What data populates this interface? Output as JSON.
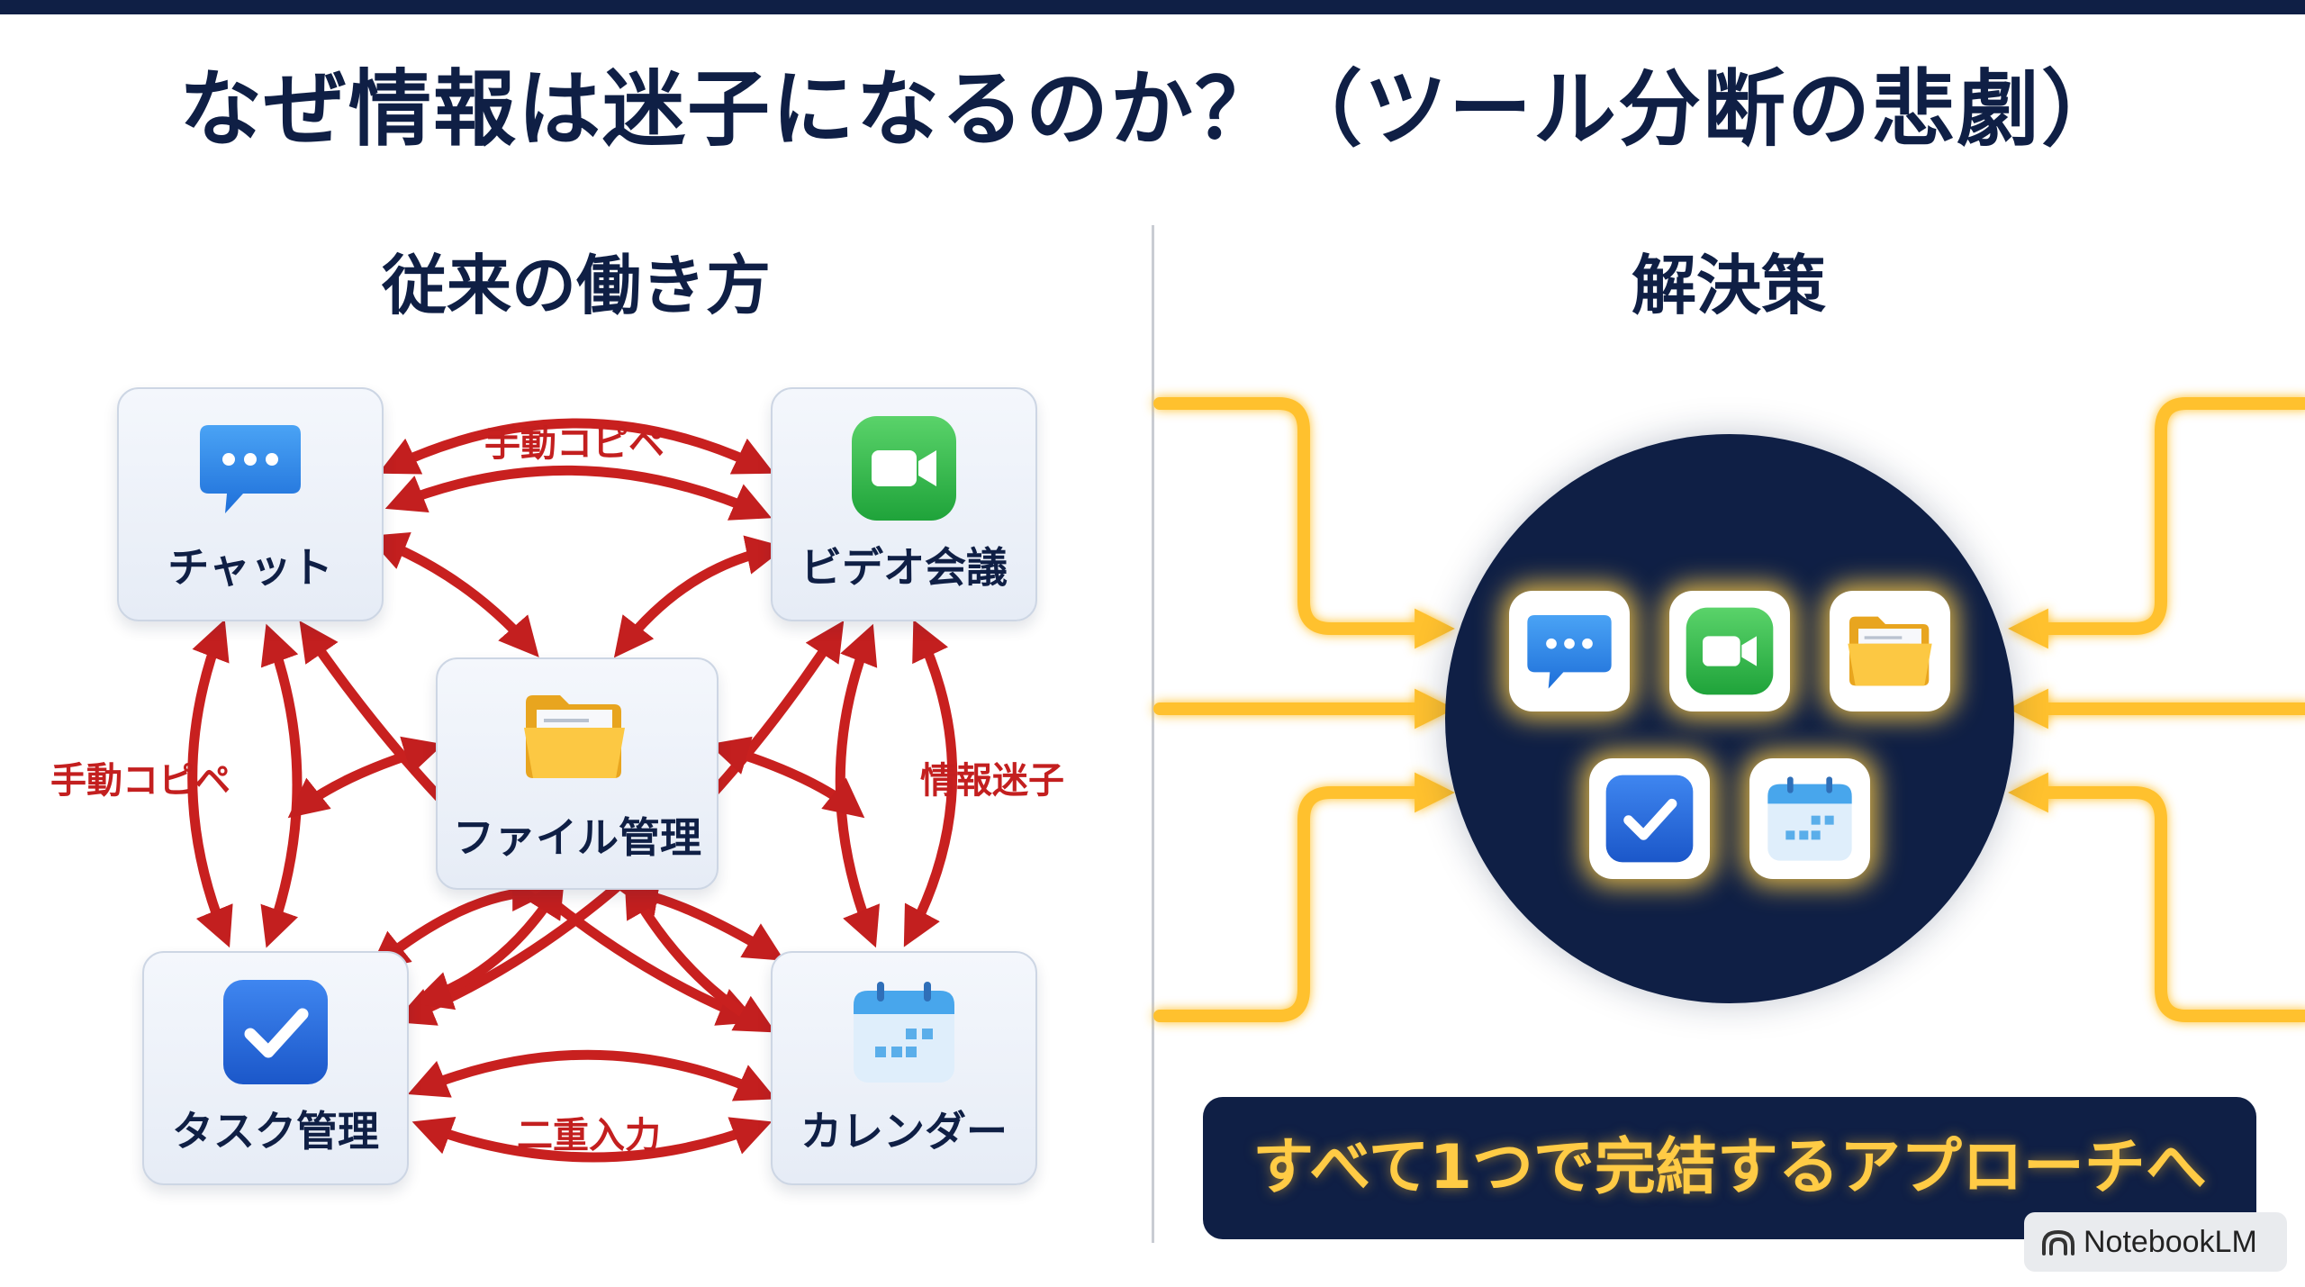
{
  "title": "なぜ情報は迷子になるのか？（ツール分断の悲劇）",
  "left": {
    "heading": "従来の働き方",
    "cards": {
      "chat": "チャット",
      "video": "ビデオ会議",
      "file": "ファイル管理",
      "task": "タスク管理",
      "calendar": "カレンダー"
    },
    "arrow_labels": {
      "top": "手動コピペ",
      "left": "手動コピペ",
      "right": "情報迷子",
      "bottom": "二重入力"
    }
  },
  "right": {
    "heading": "解決策",
    "banner": "すべて1つで完結するアプローチへ"
  },
  "badge": "NotebookLM",
  "colors": {
    "navy": "#0f1f45",
    "arrow_red": "#c31f1f",
    "glow_yellow": "#ffcb45"
  },
  "icons": [
    "chat-bubble-icon",
    "video-camera-icon",
    "folder-icon",
    "checkbox-icon",
    "calendar-icon"
  ]
}
